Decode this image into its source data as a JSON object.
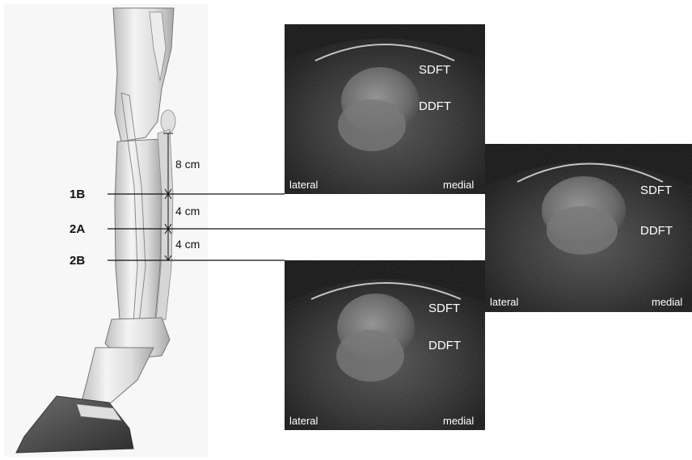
{
  "levels": [
    {
      "id": "1B",
      "label": "1B"
    },
    {
      "id": "2A",
      "label": "2A"
    },
    {
      "id": "2B",
      "label": "2B"
    }
  ],
  "distances": [
    {
      "label": "8 cm"
    },
    {
      "label": "4 cm"
    },
    {
      "label": "4 cm"
    }
  ],
  "ultrasound_panels": [
    {
      "level": "1B",
      "sdft": "SDFT",
      "ddft": "DDFT",
      "lateral": "lateral",
      "medial": "medial"
    },
    {
      "level": "2A",
      "sdft": "SDFT",
      "ddft": "DDFT",
      "lateral": "lateral",
      "medial": "medial"
    },
    {
      "level": "2B",
      "sdft": "SDFT",
      "ddft": "DDFT",
      "lateral": "lateral",
      "medial": "medial"
    }
  ],
  "colors": {
    "ultrasound_bg": "#1c1c1c",
    "tendon": "#6a6a6a",
    "bone": "#e8e8e8",
    "hoof": "#4a4a4a",
    "line": "#111111"
  }
}
